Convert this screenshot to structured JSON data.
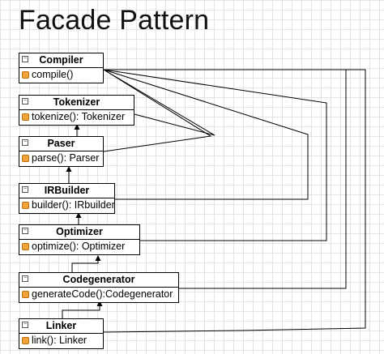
{
  "title": "Facade Pattern",
  "classes": {
    "compiler": {
      "name": "Compiler",
      "method": "compile()"
    },
    "tokenizer": {
      "name": "Tokenizer",
      "method": "tokenize(): Tokenizer"
    },
    "paser": {
      "name": "Paser",
      "method": "parse(): Parser"
    },
    "irbuilder": {
      "name": "IRBuilder",
      "method": "builder(): IRbuilder"
    },
    "optimizer": {
      "name": "Optimizer",
      "method": "optimize(): Optimizer"
    },
    "codegenerator": {
      "name": "Codegenerator",
      "method": "generateCode():Codegenerator"
    },
    "linker": {
      "name": "Linker",
      "method": "link(): Linker"
    }
  },
  "icons": {
    "collapse": "collapse-toggle-icon",
    "method": "public-method-icon"
  }
}
